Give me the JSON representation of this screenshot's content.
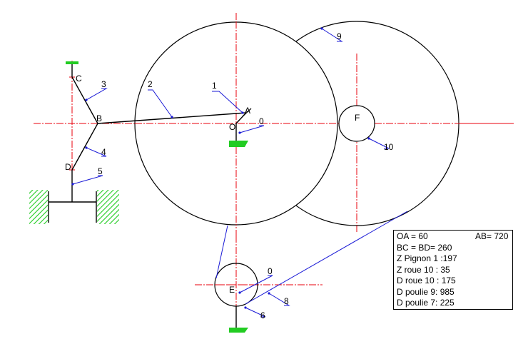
{
  "points": {
    "C": "C",
    "B": "B",
    "D": "D",
    "A": "A",
    "O": "O",
    "F": "F",
    "E": "E"
  },
  "part_labels": {
    "p0_top": "0",
    "p0_bottom": "0",
    "p1": "1",
    "p2": "2",
    "p3": "3",
    "p4": "4",
    "p5": "5",
    "p6": "6",
    "p8": "8",
    "p9": "9",
    "p10": "10"
  },
  "info": {
    "oa": "OA = 60",
    "ab": "AB= 720",
    "bc_bd": "BC = BD= 260",
    "z_pignon": "Z Pignon 1 :197",
    "z_roue": "Z roue 10 : 35",
    "d_roue": "D roue 10 : 175",
    "d_poulie9": "D poulie 9: 985",
    "d_poulie7": "D poulie 7: 225"
  },
  "colors": {
    "axis": "#e8000b",
    "leader": "#1a1ad6",
    "ground": "#22cc22",
    "stroke": "#000000"
  }
}
